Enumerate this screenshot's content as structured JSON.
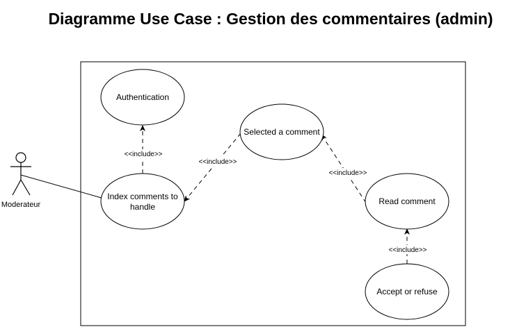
{
  "title": "Diagramme Use Case : Gestion des commentaires (admin)",
  "actor": {
    "label": "Moderateur"
  },
  "use_cases": {
    "authentication": [
      "Authentication"
    ],
    "selected_comment": [
      "Selected a comment"
    ],
    "index_comments": [
      "Index comments to",
      "handle"
    ],
    "read_comment": [
      "Read comment"
    ],
    "accept_refuse": [
      "Accept or refuse"
    ]
  },
  "relations": {
    "index_to_auth": "<<include>>",
    "selected_to_index": "<<include>>",
    "read_to_selected": "<<include>>",
    "accept_to_read": "<<include>>"
  }
}
